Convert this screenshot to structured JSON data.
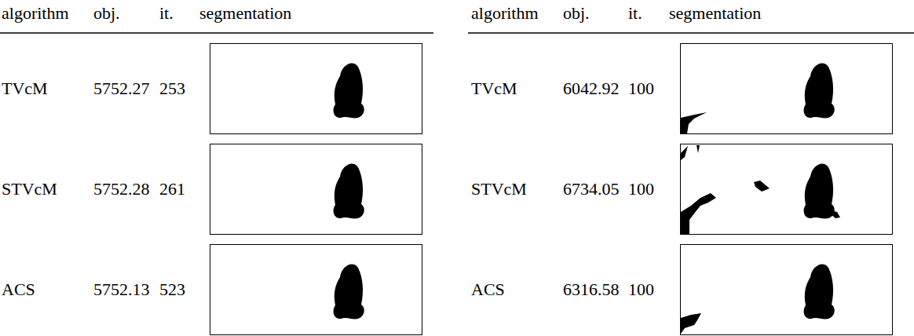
{
  "diagram": {
    "labels": [
      "algorithm",
      "obj.",
      "it.",
      "segmentation",
      "algorithm",
      "obj.",
      "it.",
      "segmentation",
      "TVcM",
      "5752.27",
      "253",
      "TVcM",
      "6042.92",
      "100",
      "STVcM",
      "5752.28",
      "261",
      "STVcM",
      "6734.05",
      "100",
      "ACS",
      "5752.13",
      "523",
      "ACS",
      "6316.58",
      "100"
    ]
  }
}
